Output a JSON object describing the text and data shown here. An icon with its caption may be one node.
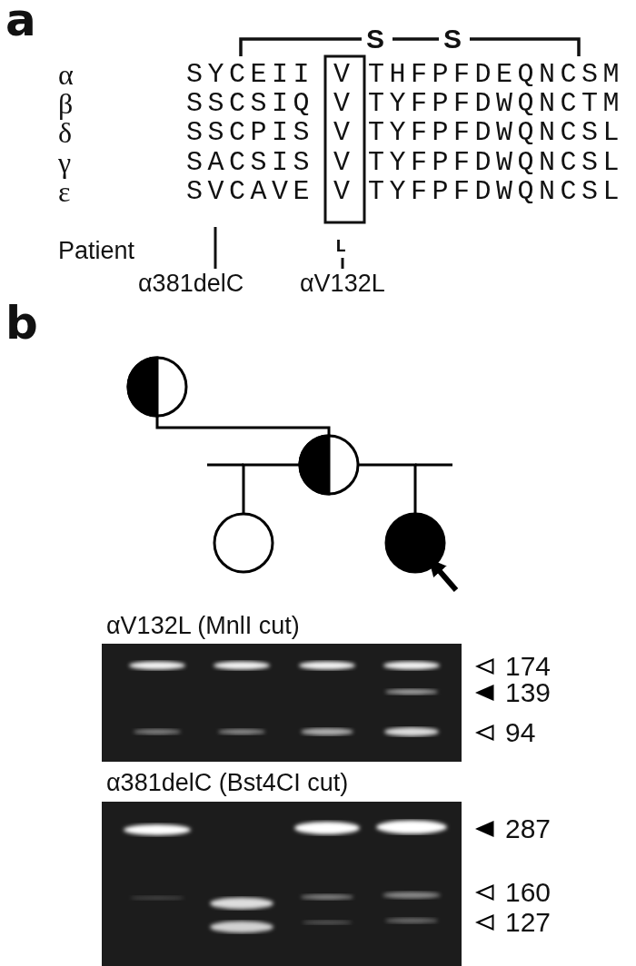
{
  "diagram": {
    "nodes": [
      {
        "text": [],
        "shape": "circle"
      },
      {
        "text": [],
        "shape": "circle"
      },
      {
        "text": [],
        "shape": "circle"
      },
      {
        "text": [],
        "shape": "circle"
      }
    ],
    "edges": [
      {
        "from": 0,
        "to": 1,
        "arrow": "none"
      },
      {
        "from": 1,
        "to": 2,
        "arrow": "none"
      },
      {
        "from": 1,
        "to": 3,
        "arrow": "none"
      },
      {
        "from": null,
        "to": 3,
        "arrow": "to",
        "style": "thick"
      }
    ],
    "labels": [
      "a",
      "S",
      "S",
      "α",
      "SYCEII",
      "V",
      "THFPFDEQNCSM",
      "β",
      "SSCSIQ",
      "V",
      "TYFPFDWQNCTM",
      "δ",
      "SSCPIS",
      "V",
      "TYFPFDWQNCSL",
      "γ",
      "SACSIS",
      "V",
      "TYFPFDWQNCSL",
      "ε",
      "SVCAVE",
      "V",
      "TYFPFDWQNCSL",
      "Patient",
      "L",
      "α381delC",
      "αV132L",
      "b",
      "αV132L (MnlI cut)",
      "174",
      "139",
      "94",
      "α381delC (Bst4CI cut)",
      "287",
      "160",
      "127"
    ]
  }
}
